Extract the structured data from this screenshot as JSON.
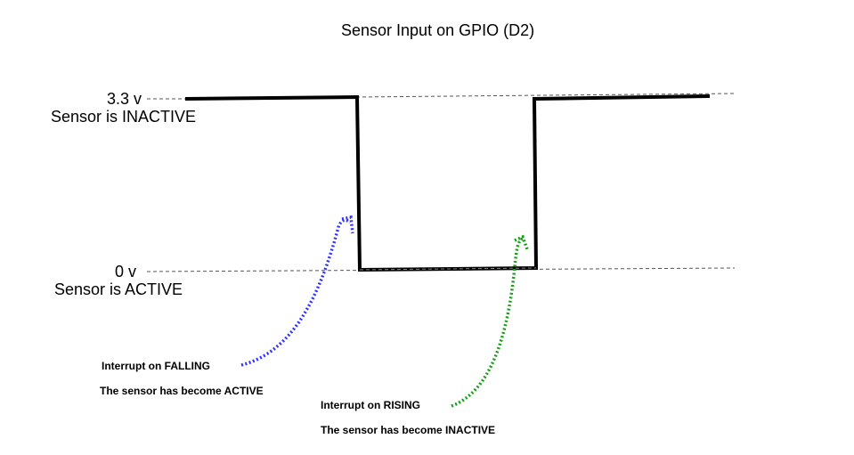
{
  "title": "Sensor Input on GPIO (D2)",
  "high_level": {
    "label": "3.3 v",
    "state": "Sensor is INACTIVE"
  },
  "low_level": {
    "label": "0 v",
    "state": "Sensor is ACTIVE"
  },
  "falling": {
    "title": "Interrupt on FALLING",
    "desc": "The sensor has become ACTIVE",
    "color": "#3333ff"
  },
  "rising": {
    "title": "Interrupt on RISING",
    "desc": "The sensor has become INACTIVE",
    "color": "#1a9e1a"
  }
}
